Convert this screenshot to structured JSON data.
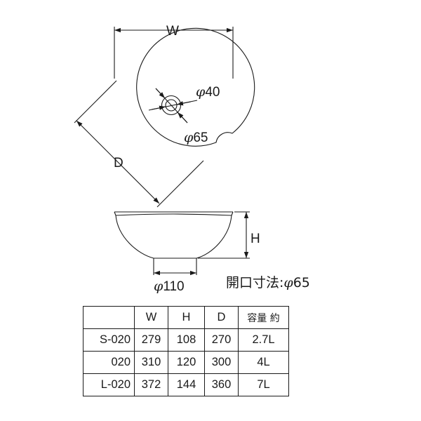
{
  "diagram": {
    "plan_view": {
      "width_label": "W",
      "depth_label": "D",
      "drain_inner_label": "40",
      "drain_outer_label": "65",
      "phi_symbol": "φ"
    },
    "side_view": {
      "height_label": "H",
      "base_label": "110",
      "phi_symbol": "φ"
    },
    "opening_note": {
      "text": "開口寸法:",
      "phi_symbol": "φ",
      "value": "65"
    }
  },
  "table": {
    "headers": [
      "",
      "W",
      "H",
      "D",
      "容量 約"
    ],
    "rows": [
      {
        "model": "S-020",
        "w": "279",
        "h": "108",
        "d": "270",
        "capacity": "2.7L"
      },
      {
        "model": "020",
        "w": "310",
        "h": "120",
        "d": "300",
        "capacity": "4L"
      },
      {
        "model": "L-020",
        "w": "372",
        "h": "144",
        "d": "360",
        "capacity": "7L"
      }
    ]
  }
}
